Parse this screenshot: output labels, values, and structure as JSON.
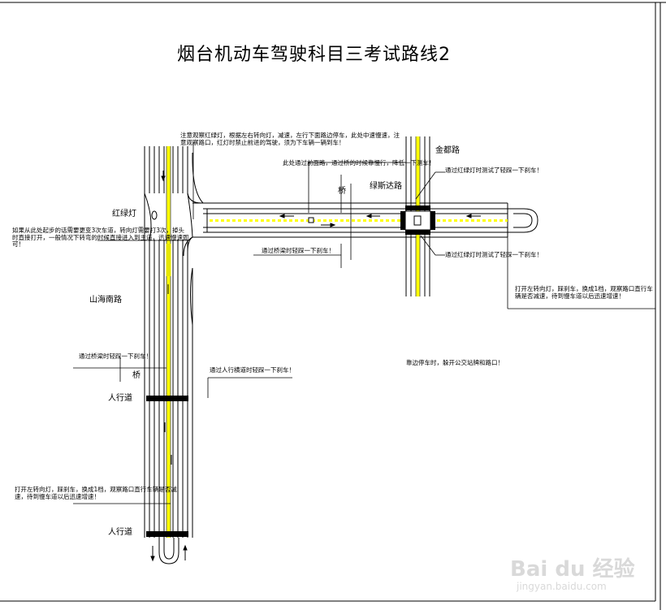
{
  "title": "烟台机动车驾驶科目三考试路线2",
  "places": {
    "hongludeng": "红绿灯",
    "shanhai_nan_lu": "山海南路",
    "lvsi_lu": "绿斯达路",
    "jindu_lu": "金都路",
    "qiao_top": "桥",
    "qiao_left": "桥",
    "renxingdao_1": "人行道",
    "renxingdao_2": "人行道"
  },
  "notes": {
    "top_center": "注意观察红绿灯，根据左右转向灯，减速，左行下面路边停车，此处中速慢速，注意观察路口，红灯时禁止前进的驾驶，须为下车辆一辆到车！",
    "cross_ramp": "此处通过前面路，通过桥的时候靠慢行，降低一下测车！",
    "green_light_top": "通过红绿灯时测试了轻踩一下刹车！",
    "green_light_bottom": "通过红绿灯时测试了轻踩一下刹车！",
    "bridge_pass": "通过桥梁时轻踩一下刹车！",
    "left_rule": "如果从此处起步的话需要更变3次车道，转向灯需要打3次，掉头时直接打开，一般情况下转弯的时候直接进入到主道，迅速慢速即可！",
    "right_turn": "打开左转向灯，踩刹车，换成1档，观察路口直行车辆是否减速，待到慢车道以后迅速增速！",
    "bridge_left": "通过桥梁时轻踩一下刹车！",
    "crosswalk": "通过人行横道时轻踩一下刹车！",
    "park": "靠边停车时，躲开公交站牌和路口！",
    "bottom_left": "打开左转向灯，踩刹车，换成1档，观察路口直行车辆是否减速，待到慢车道以后迅速增速！"
  },
  "watermark": {
    "brand": "Bai du 经验",
    "url": "jingyan.baidu.com"
  },
  "colors": {
    "road_line": "#000000",
    "center_line": "#ffff00",
    "background": "#ffffff"
  }
}
